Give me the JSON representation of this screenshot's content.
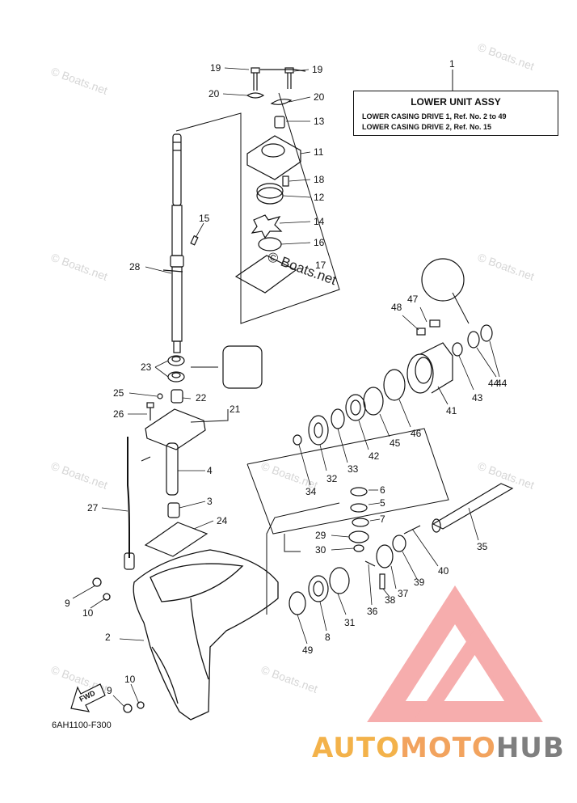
{
  "watermark": "© Boats.net",
  "legend": {
    "callout": "1",
    "title": "LOWER UNIT ASSY",
    "line1": "LOWER CASING DRIVE 1,  Ref. No. 2 to 49",
    "line2": "LOWER CASING DRIVE 2,  Ref. No. 15"
  },
  "diagram_code": "6AH1100-F300",
  "brand": {
    "part1": "AUTO",
    "part2": "MOTO",
    "part3": "HUB"
  },
  "callouts": [
    "2",
    "3",
    "4",
    "5",
    "6",
    "7",
    "8",
    "9",
    "9",
    "10",
    "10",
    "11",
    "12",
    "13",
    "14",
    "15",
    "16",
    "17",
    "18",
    "19",
    "19",
    "20",
    "20",
    "21",
    "22",
    "23",
    "24",
    "25",
    "26",
    "27",
    "28",
    "29",
    "30",
    "31",
    "32",
    "33",
    "34",
    "35",
    "36",
    "37",
    "38",
    "39",
    "40",
    "41",
    "42",
    "43",
    "44",
    "44",
    "45",
    "46",
    "47",
    "48",
    "49"
  ],
  "fwd_label": "FWD",
  "colors": {
    "line": "#111111",
    "logo_red": "#ef6b6b",
    "logo_orange": "#f3b24a",
    "logo_gray": "#7f7f7f"
  }
}
